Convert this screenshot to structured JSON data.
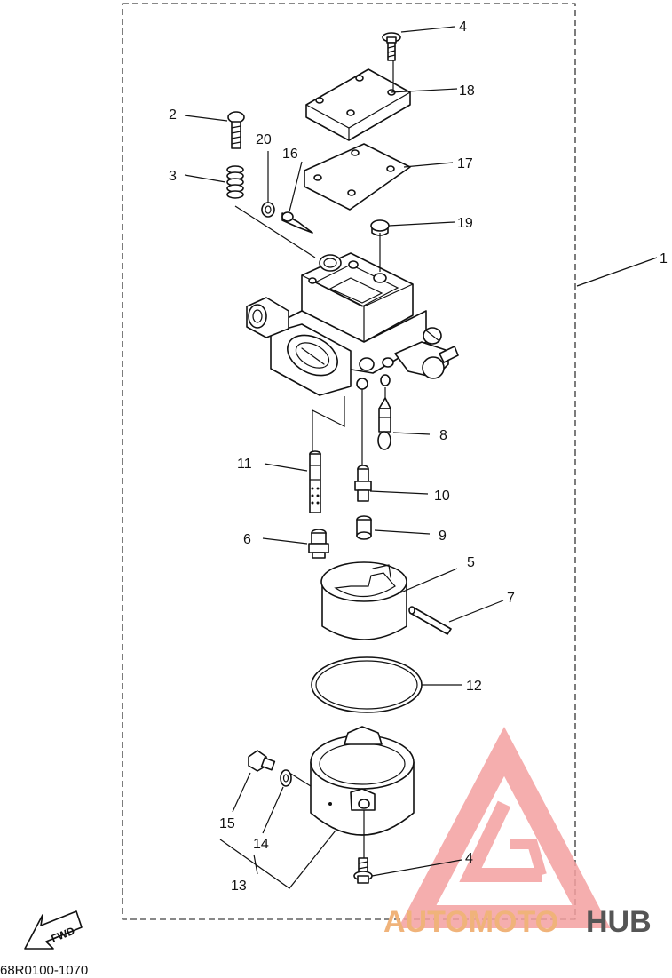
{
  "diagram": {
    "callouts": [
      "1",
      "2",
      "3",
      "4",
      "5",
      "6",
      "7",
      "8",
      "9",
      "10",
      "11",
      "12",
      "13",
      "14",
      "15",
      "16",
      "17",
      "18",
      "19",
      "20",
      "4"
    ],
    "fwd_label": "FWD",
    "part_code": "68R0100-1070"
  },
  "watermark": {
    "text_part1": "AUTOMOTO",
    "text_part2": "HUB",
    "color_primary": "#f28e8e",
    "color_secondary": "#f0b37a",
    "color_dark": "#555555"
  },
  "colors": {
    "line": "#111111",
    "background": "#ffffff"
  }
}
